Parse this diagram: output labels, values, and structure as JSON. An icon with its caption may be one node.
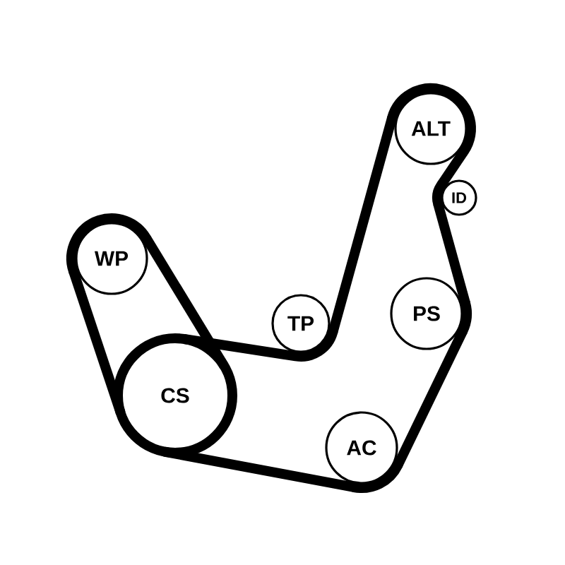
{
  "diagram": {
    "nodes": [
      {
        "text": [
          "ALT"
        ]
      },
      {
        "text": [
          "ID"
        ]
      },
      {
        "text": [
          "WP"
        ]
      },
      {
        "text": [
          "PS"
        ]
      },
      {
        "text": [
          "TP"
        ]
      },
      {
        "text": [
          "CS"
        ]
      },
      {
        "text": [
          "AC"
        ]
      }
    ],
    "edges": [
      {
        "from": 5,
        "to": 2,
        "arrow": "none"
      },
      {
        "from": 2,
        "to": 5,
        "arrow": "none"
      },
      {
        "from": 5,
        "to": 4,
        "arrow": "none"
      },
      {
        "from": 4,
        "to": 0,
        "arrow": "none"
      },
      {
        "from": 0,
        "to": 1,
        "arrow": "none"
      },
      {
        "from": 1,
        "to": 3,
        "arrow": "none"
      },
      {
        "from": 3,
        "to": 6,
        "arrow": "none"
      },
      {
        "from": 6,
        "to": 5,
        "arrow": "none"
      }
    ]
  }
}
